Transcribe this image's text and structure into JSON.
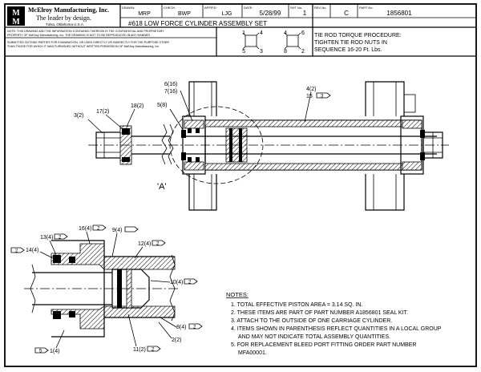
{
  "title_block": {
    "company": "McElroy Manufacturing, Inc.",
    "slogan": "The leader by design.",
    "location": "Tulsa, Oklahoma U.S.A.",
    "logo_letters": "McM",
    "drawn_label": "DRAWN:",
    "drawn_value": "MRP",
    "check_label": "CHECK:",
    "check_value": "BWP",
    "apprd_label": "APPR'D:",
    "apprd_value": "LJG",
    "date_label": "DATE:",
    "date_value": "5/28/99",
    "sht_label": "SHT No.",
    "sht_value": "1",
    "rev_label": "REV No.",
    "rev_value": "C",
    "part_label": "PART No.",
    "part_value": "1856801",
    "drawing_title": "#618 LOW FORCE CYLINDER ASSEMBLY SET",
    "notice_lines": [
      "NOTE: THIS DRAWING AND THE INFORMATION CONTAINED THEREON IS THE CONFIDENTIAL AND PROPRIETARY",
      "PROPERTY OF McElroy Manufacturing, Inc. THE DRAWING IS NOT TO BE REPRODUCED IN ANY MANNER,",
      "SUBMITTED OUTSIDE PARTIES FOR EXAMINATION, OR USED DIRECTLY OR INDIRECTLY FOR THE PURPOSE OTHER",
      "THAN THOSE FOR WHICH IT WAS FURNISHED WITHOUT WRITTEN PERMISSION OF McElroy Manufacturing, Inc."
    ]
  },
  "torque": {
    "pattern_left": [
      "1",
      "4",
      "5",
      "3"
    ],
    "pattern_right": [
      "4",
      "6",
      "8",
      "2"
    ],
    "lines": [
      "TIE ROD TORQUE PROCEDURE:",
      "TIGHTEN TIE ROD NUTS IN",
      "SEQUENCE 16-20 Ft. Lbs."
    ]
  },
  "callouts": {
    "c3_2": "3(2)",
    "c17_2": "17(2)",
    "c18_2": "18(2)",
    "c6_16": "6(16)",
    "c7_16": "7(16)",
    "c5_8": "5(8)",
    "c4_2": "4(2)",
    "c15": "15",
    "c15_box": "3",
    "detail_a": "'A'",
    "c16_4": "16(4)",
    "c16_box": "2",
    "c9_4": "9(4)",
    "c13_4": "13(4)",
    "c13_box": "2",
    "c14_4": "14(4)",
    "c14_box": "2",
    "c12_4": "12(4)",
    "c12_box": "2",
    "c10_4": "10(4)",
    "c10_box": "2",
    "c8_4": "8(4)",
    "c8_box": "2",
    "c2_2": "2(2)",
    "c11_2": "11(2)",
    "c11_box": "2",
    "c1_4": "1(4)",
    "c1_box": "5"
  },
  "notes": {
    "heading": "NOTES:",
    "items": [
      "1. TOTAL EFFECTIVE PISTON AREA = 3.14 SQ. IN.",
      "2. THESE ITEMS ARE PART OF PART NUMBER A1856801 SEAL KIT.",
      "3. ATTACH TO THE OUTSIDE OF ONE CARRIAGE CYLINDER.",
      "4. ITEMS SHOWN IN PARENTHESIS REFLECT QUANTITIES IN A LOCAL GROUP",
      "AND MAY NOT INDICATE TOTAL ASSEMBLY QUANTITIES.",
      "5. FOR REPLACEMENT BLEED PORT FITTING ORDER PART NUMBER",
      "MFA00001."
    ]
  }
}
